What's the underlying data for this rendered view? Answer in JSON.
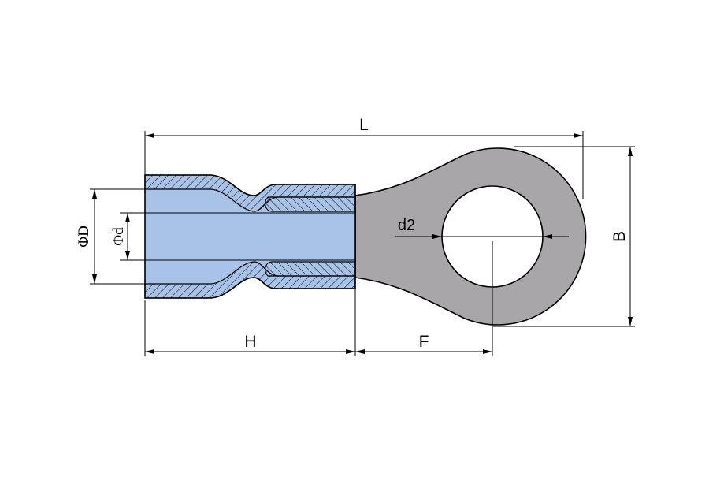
{
  "labels": {
    "length": "L",
    "width": "B",
    "sleeve_length": "H",
    "tongue_length": "F",
    "stud_hole": "d2",
    "outer_diameter": "ΦD",
    "inner_diameter": "Φd"
  },
  "colors": {
    "insulation_fill": "#a9c3e8",
    "ring_fill": "#a9a6a9",
    "outline": "#000000"
  }
}
